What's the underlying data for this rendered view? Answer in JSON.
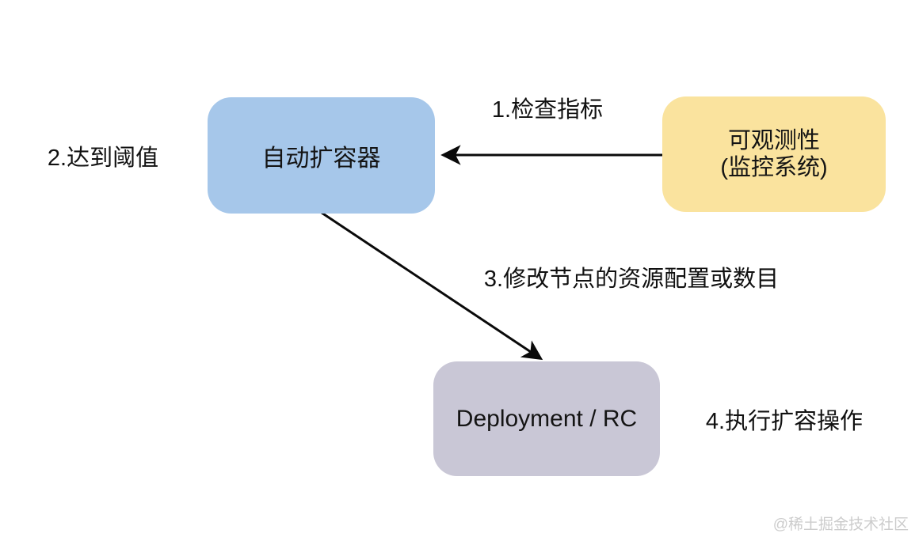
{
  "diagram": {
    "title_semantic": "autoscaling-flow-diagram",
    "nodes": {
      "autoscaler": {
        "label": "自动扩容器",
        "bg_color": "#a6c7ea"
      },
      "observability": {
        "label_line1": "可观测性",
        "label_line2": "(监控系统)",
        "bg_color": "#fae39e"
      },
      "deployment": {
        "label": "Deployment / RC",
        "bg_color": "#c9c7d6"
      }
    },
    "steps": {
      "step1": "1.检查指标",
      "step2": "2.达到阈值",
      "step3": "3.修改节点的资源配置或数目",
      "step4": "4.执行扩容操作"
    },
    "edges": [
      {
        "from": "observability",
        "to": "autoscaler",
        "label_ref": "step1"
      },
      {
        "from": "autoscaler",
        "to": "deployment",
        "label_ref": "step3"
      }
    ],
    "arrow_color": "#0a0a0a",
    "watermark": "@稀土掘金技术社区"
  }
}
